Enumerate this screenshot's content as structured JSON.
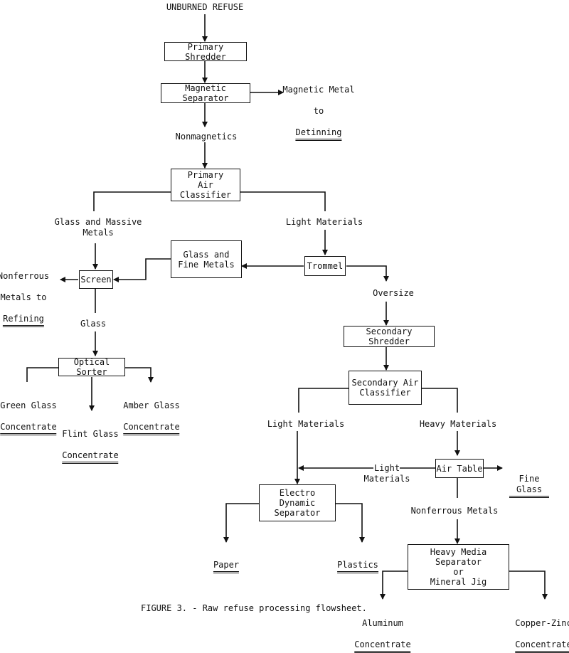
{
  "title": "UNBURNED REFUSE",
  "caption": "FIGURE 3. - Raw refuse processing flowsheet.",
  "boxes": {
    "primary_shredder": "Primary Shredder",
    "magnetic_separator": "Magnetic Separator",
    "primary_air_classifier": "Primary\nAir Classifier",
    "screen": "Screen",
    "glass_fine_metals": "Glass and\nFine Metals",
    "trommel": "Trommel",
    "optical_sorter": "Optical Sorter",
    "secondary_shredder": "Secondary Shredder",
    "secondary_air_classifier": "Secondary Air\nClassifier",
    "air_table": "Air Table",
    "electro_dynamic_separator": "Electro Dynamic\nSeparator",
    "heavy_media_separator": "Heavy Media Separator\nor\nMineral Jig"
  },
  "labels": {
    "nonmagnetics": "Nonmagnetics",
    "glass_massive_metals": "Glass and Massive\nMetals",
    "light_materials_1": "Light Materials",
    "glass": "Glass",
    "oversize": "Oversize",
    "light_materials_2": "Light Materials",
    "heavy_materials": "Heavy Materials",
    "light_materials_3": "Light\nMaterials",
    "nonferrous_metals": "Nonferrous Metals"
  },
  "products": {
    "magnetic_metal": {
      "line1": "Magnetic Metal",
      "line2": "to",
      "underlined": "Detinning"
    },
    "nonferrous_refining": {
      "line1": "Nonferrous",
      "line2": "Metals to",
      "underlined": "Refining"
    },
    "green_glass": {
      "line1": "Green Glass",
      "underlined": "Concentrate"
    },
    "flint_glass": {
      "line1": "Flint Glass",
      "underlined": "Concentrate"
    },
    "amber_glass": {
      "line1": "Amber Glass",
      "underlined": "Concentrate"
    },
    "fine_glass": {
      "underlined": "Fine Glass"
    },
    "paper": {
      "underlined": "Paper"
    },
    "plastics": {
      "underlined": "Plastics"
    },
    "aluminum": {
      "line1": "Aluminum",
      "underlined": "Concentrate"
    },
    "copper_zinc": {
      "line1": "Copper-Zinc",
      "underlined": "Concentrate"
    }
  }
}
